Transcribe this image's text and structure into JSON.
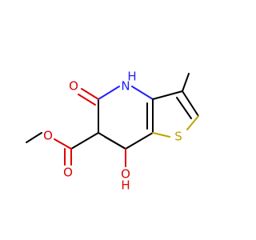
{
  "molecule": {
    "atoms": {
      "o_ketone": {
        "text": "O",
        "color": "#e00000"
      },
      "nh": {
        "text": "H",
        "color": "#2020ff"
      },
      "n": {
        "text": "N",
        "color": "#2020ff"
      },
      "s": {
        "text": "S",
        "color": "#c0a000"
      },
      "oh_o": {
        "text": "O",
        "color": "#e00000"
      },
      "oh_h": {
        "text": "H",
        "color": "#e00000"
      },
      "o_ester_carbonyl": {
        "text": "O",
        "color": "#e00000"
      },
      "o_ester_link": {
        "text": "O",
        "color": "#e00000"
      }
    }
  }
}
